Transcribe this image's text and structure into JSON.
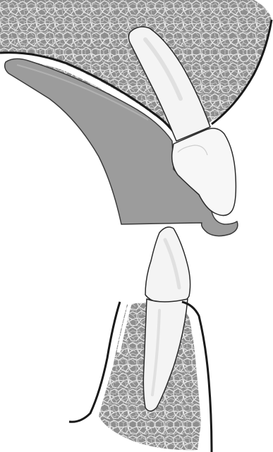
{
  "figure": {
    "description_visible_text": "",
    "parts": [
      {
        "id": "upper-alveolar-bone",
        "icon": "bone-cell-texture"
      },
      {
        "id": "upper-gingiva-line",
        "icon": "gum-outline"
      },
      {
        "id": "upper-canine",
        "icon": "tooth-canine"
      },
      {
        "id": "crown-restoration",
        "icon": "crown-cap"
      },
      {
        "id": "gray-appliance",
        "icon": "dental-appliance"
      },
      {
        "id": "lower-tooth",
        "icon": "tooth-incisor"
      },
      {
        "id": "lower-alveolar-bone",
        "icon": "bone-cell-texture"
      },
      {
        "id": "lower-gingiva-lines",
        "icon": "gum-outline"
      }
    ],
    "colors": {
      "bone_fill": "#8e8e8e",
      "bone_cell_stroke": "#ededed",
      "appliance_fill": "#9c9c9c",
      "tooth_fill": "#f4f4f4",
      "tooth_shade": "#e2e2e2",
      "outline": "#1a1a1a"
    }
  }
}
